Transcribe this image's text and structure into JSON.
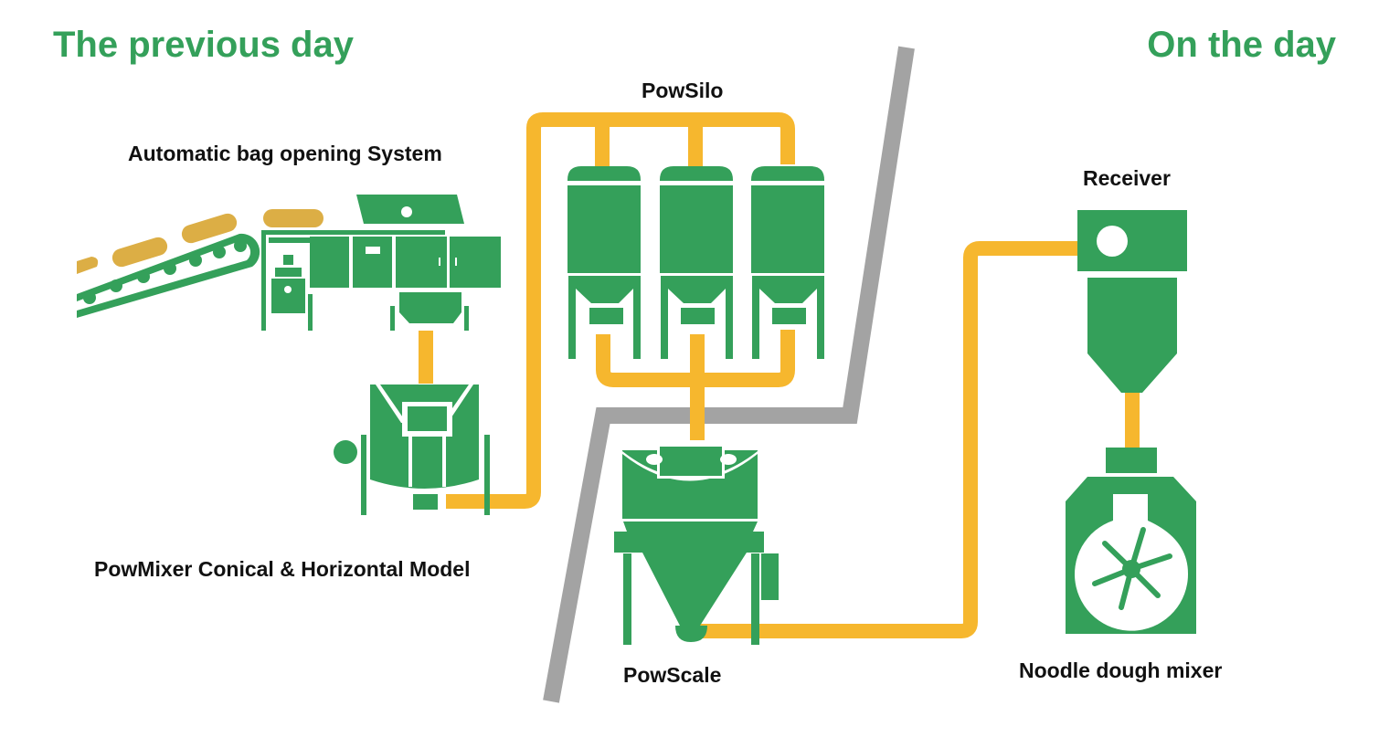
{
  "headings": {
    "previous_day": "The previous day",
    "on_the_day": "On the day"
  },
  "labels": {
    "bag_opening": "Automatic bag opening System",
    "powsilo": "PowSilo",
    "receiver": "Receiver",
    "powmixer": "PowMixer Conical & Horizontal Model",
    "powscale": "PowScale",
    "noodle_mixer": "Noodle dough mixer"
  },
  "colors": {
    "equipment": "#34a05a",
    "pipe": "#f6b72e",
    "bag": "#dcae45",
    "divider": "#a3a3a3",
    "heading": "#34a05a",
    "label": "#111111"
  },
  "flow": [
    "Automatic bag opening System",
    "PowMixer Conical & Horizontal Model",
    "PowSilo",
    "PowScale",
    "Receiver",
    "Noodle dough mixer"
  ]
}
